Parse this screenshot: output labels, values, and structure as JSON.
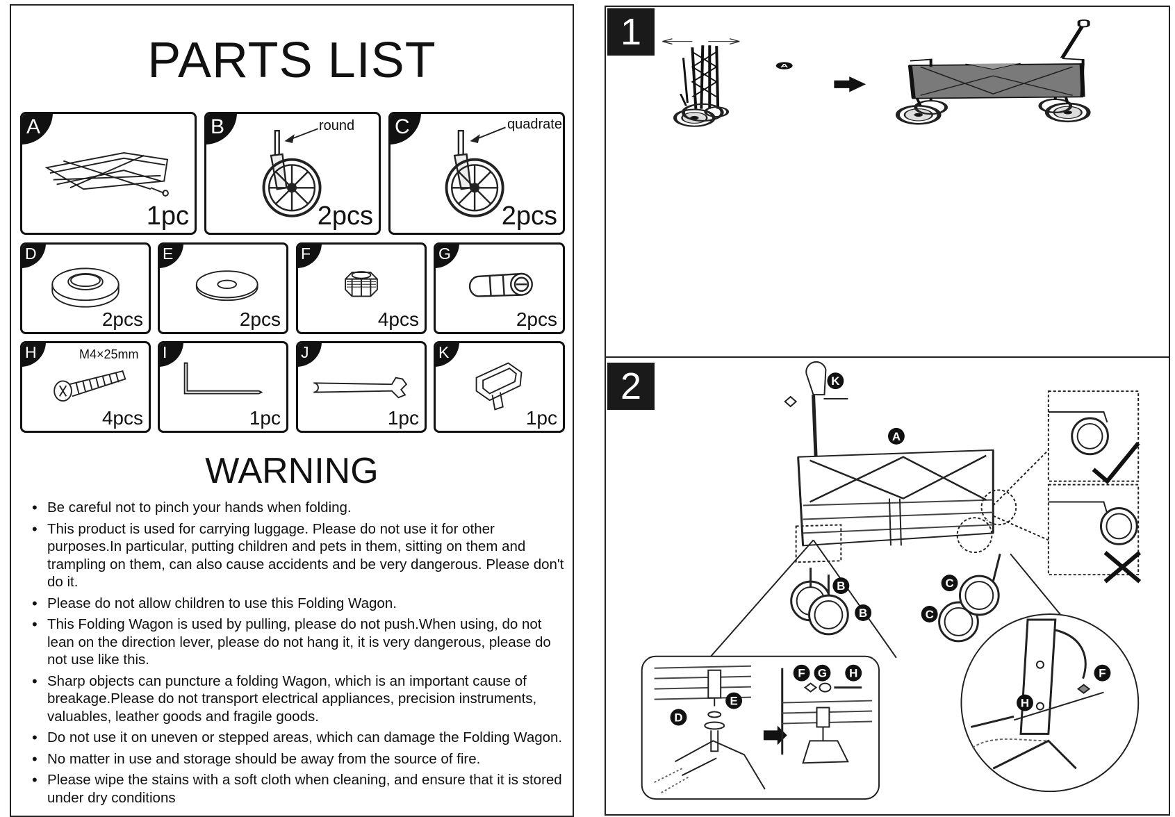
{
  "parts_list": {
    "title": "PARTS LIST",
    "parts": [
      {
        "letter": "A",
        "qty": "1pc",
        "note": ""
      },
      {
        "letter": "B",
        "qty": "2pcs",
        "note": "round"
      },
      {
        "letter": "C",
        "qty": "2pcs",
        "note": "quadrate"
      },
      {
        "letter": "D",
        "qty": "2pcs",
        "note": ""
      },
      {
        "letter": "E",
        "qty": "2pcs",
        "note": ""
      },
      {
        "letter": "F",
        "qty": "4pcs",
        "note": ""
      },
      {
        "letter": "G",
        "qty": "2pcs",
        "note": ""
      },
      {
        "letter": "H",
        "qty": "4pcs",
        "note": "M4×25mm"
      },
      {
        "letter": "I",
        "qty": "1pc",
        "note": ""
      },
      {
        "letter": "J",
        "qty": "1pc",
        "note": ""
      },
      {
        "letter": "K",
        "qty": "1pc",
        "note": ""
      }
    ]
  },
  "warning": {
    "title": "WARNING",
    "items": [
      "Be careful not to pinch your hands when folding.",
      "This product is used for carrying luggage. Please do not use it for other purposes.In particular, putting children and pets in them, sitting on them and trampling on them, can also cause accidents and be very dangerous. Please don't do it.",
      "Please do not allow children to use this Folding Wagon.",
      "This Folding Wagon is used by pulling, please do not push.When using, do not lean on the direction lever, please do not hang it, it is very dangerous, please do not use like this.",
      "Sharp objects can puncture a folding Wagon, which is an important cause of breakage.Please do not transport electrical appliances, precision instruments, valuables, leather goods and fragile goods.",
      "Do not use it on uneven or stepped areas, which can damage the Folding Wagon.",
      "No matter in use and storage should be away from the source of fire.",
      "Please wipe the stains with a soft cloth when cleaning, and ensure that it is stored under dry conditions"
    ]
  },
  "steps": [
    {
      "number": "1",
      "callouts": [
        "A"
      ]
    },
    {
      "number": "2",
      "callouts": [
        "K",
        "A",
        "B",
        "B",
        "C",
        "C",
        "F",
        "G",
        "H",
        "E",
        "D",
        "H",
        "F"
      ]
    }
  ],
  "icons": [
    "arrow-left-icon",
    "arrow-right-icon",
    "arrow-thick-right-icon",
    "check-mark-icon",
    "cross-mark-icon"
  ],
  "colors": {
    "ink": "#111111",
    "fabric": "#7a7a7a",
    "paper": "#ffffff"
  }
}
